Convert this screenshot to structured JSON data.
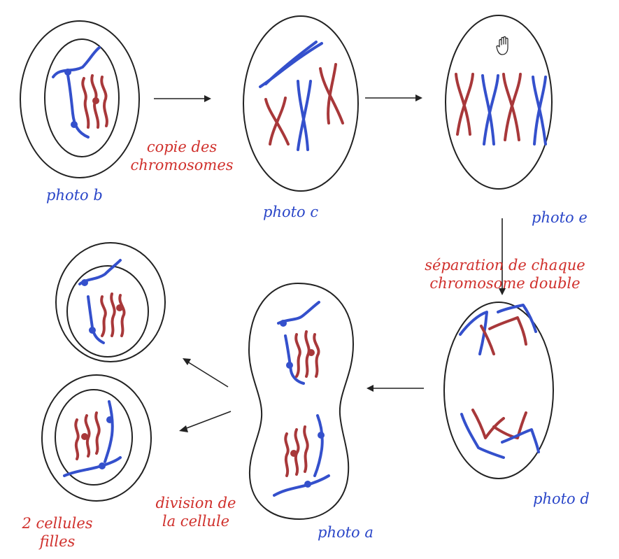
{
  "colors": {
    "blue_chromosome": "#3450cc",
    "red_chromosome": "#a8383a",
    "blue_label": "#2a46c8",
    "red_label": "#d0302c",
    "outline": "#222222"
  },
  "labels": {
    "photo_b": "photo b",
    "photo_c": "photo c",
    "photo_e": "photo e",
    "photo_d": "photo d",
    "photo_a": "photo a",
    "copie_line1": "copie des",
    "copie_line2": "chromosomes",
    "separation_line1": "séparation de chaque",
    "separation_line2": "chromosome double",
    "division_line1": "division de",
    "division_line2": "la cellule",
    "cellules_line1": "2 cellules",
    "cellules_line2": "filles"
  },
  "icons": {
    "cursor": "hand-cursor-icon"
  }
}
